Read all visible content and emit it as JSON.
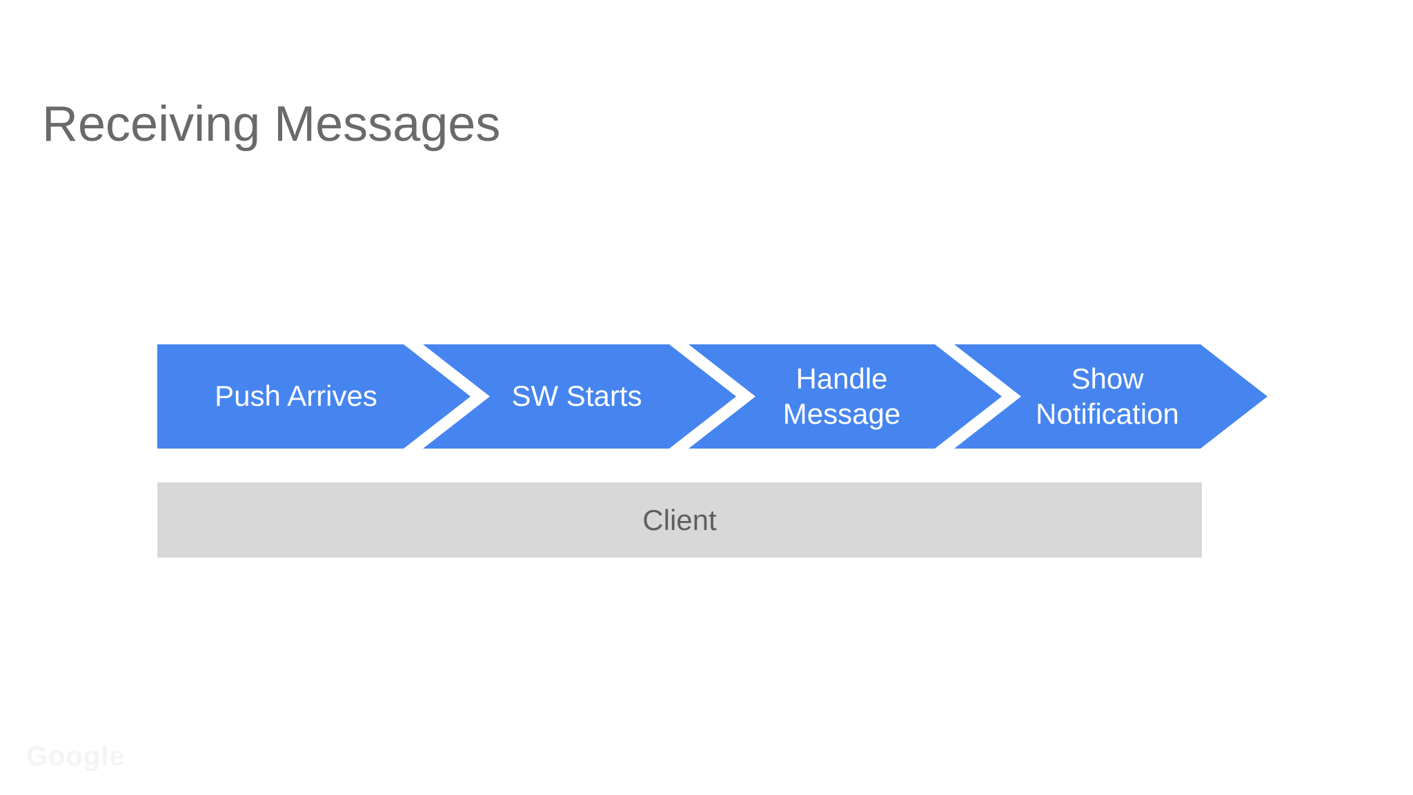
{
  "slide": {
    "title": "Receiving Messages",
    "background_color": "#ffffff",
    "title_color": "#6a6a6a"
  },
  "diagram": {
    "type": "flow-chevron",
    "steps": [
      {
        "label": "Push Arrives"
      },
      {
        "label": "SW Starts"
      },
      {
        "label": "Handle Message"
      },
      {
        "label": "Show Notification"
      }
    ],
    "lane": {
      "label": "Client"
    },
    "colors": {
      "step_fill": "#4685f0",
      "step_text": "#ffffff",
      "lane_fill": "#d8d8d8",
      "lane_text": "#5f5f5f"
    }
  },
  "watermark": {
    "label": "Google"
  }
}
